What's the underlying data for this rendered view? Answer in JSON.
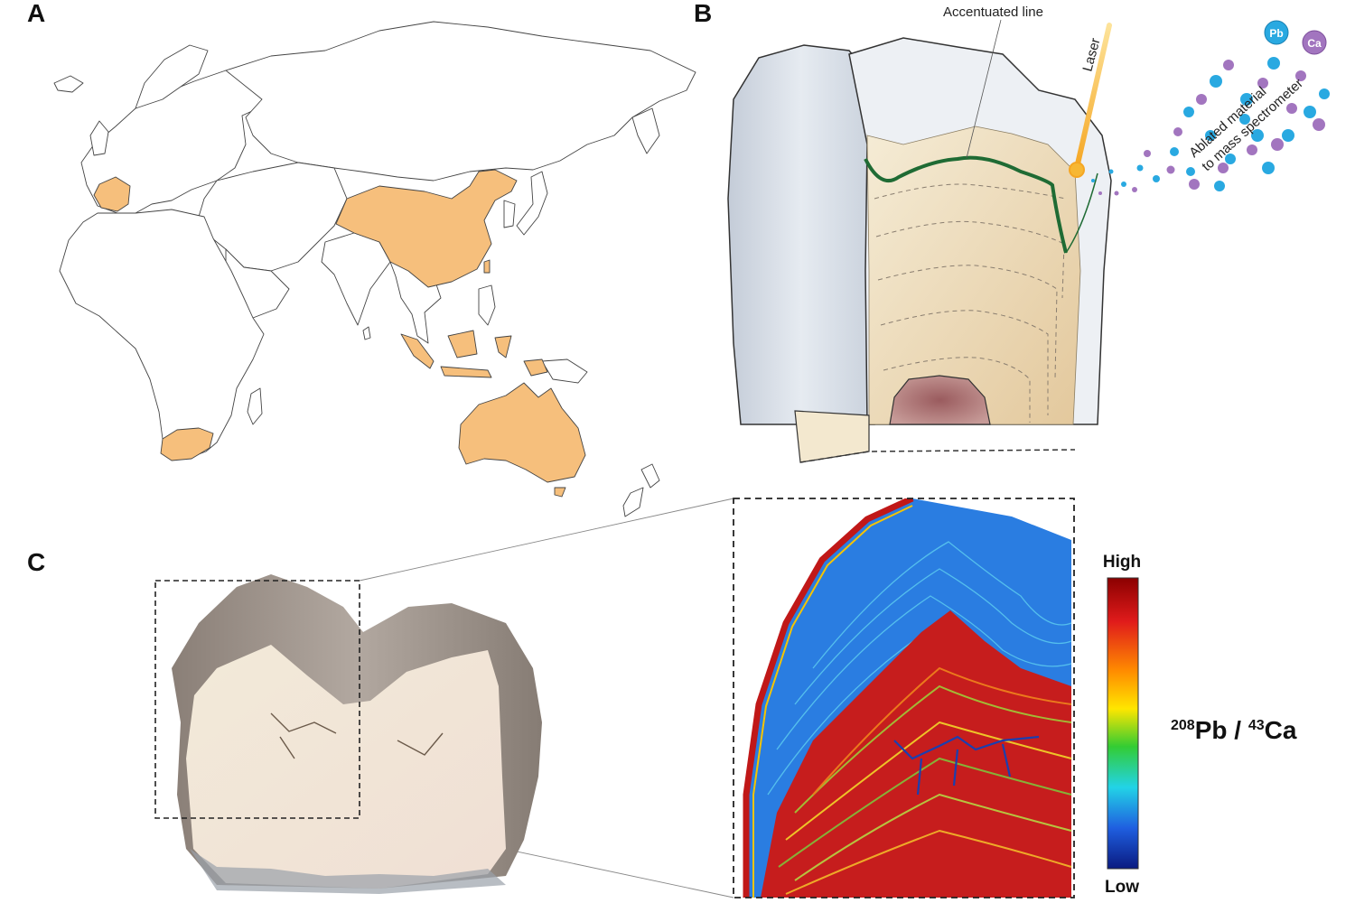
{
  "panels": {
    "a": {
      "letter": "A"
    },
    "b": {
      "letter": "B",
      "accentuated_line_label": "Accentuated line",
      "laser_label": "Laser",
      "ablated_line1": "Ablated material",
      "ablated_line2": "to mass spectrometer",
      "pb_badge": "Pb",
      "ca_badge": "Ca"
    },
    "c": {
      "letter": "C",
      "scale_high": "High",
      "scale_low": "Low",
      "ratio_pb_mass": "208",
      "ratio_pb_symbol": "Pb / ",
      "ratio_ca_mass": "43",
      "ratio_ca_symbol": "Ca"
    }
  },
  "colors": {
    "highlight_country": "#f6bf7c",
    "pb_dot": "#29a9e1",
    "ca_dot": "#a275bf",
    "laser": "#f7b733",
    "accent_line": "#1f6b34",
    "enamel": "#d7dde6",
    "dentin": "#f2e6cc",
    "pulp": "#a86a6a"
  }
}
